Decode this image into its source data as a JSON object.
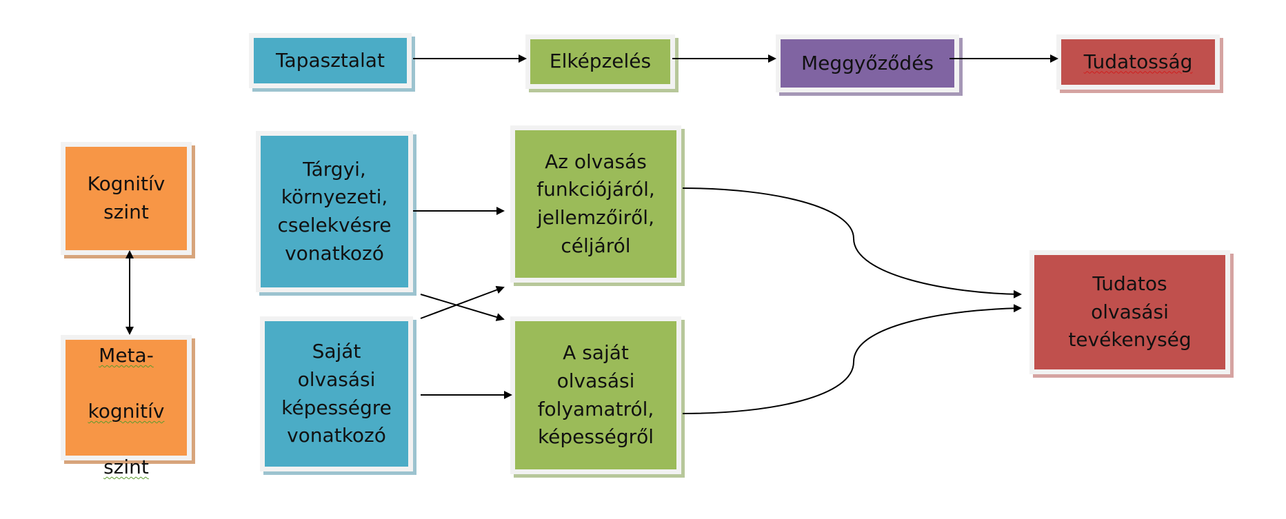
{
  "top_row": {
    "tapasztalat": "Tapasztalat",
    "elkepzeles": "Elképzelés",
    "meggyozodes": "Meggyőződés",
    "tudatossag": "Tudatosság"
  },
  "levels": {
    "kognitiv": "Kognitív\nszint",
    "meta_line1": "Meta-",
    "meta_line2": "kognitív",
    "meta_line3": "szint"
  },
  "sources": {
    "targyi": "Tárgyi,\nkörnyezeti,\ncselekvésre\nvonatkozó",
    "sajat": "Saját\nolvasási\nképességre\nvonatkozó"
  },
  "knowledge": {
    "funkcio": "Az olvasás\nfunkciójáról,\njellemzőiről,\ncéljáról",
    "folyamat": "A saját\nolvasási\nfolyamatról,\nképességről"
  },
  "result": {
    "tudatos": "Tudatos\nolvasási\ntevékenység"
  },
  "colors": {
    "blue": "#4BACC6",
    "green": "#9BBB59",
    "purple": "#8064A2",
    "red": "#C0504D",
    "orange": "#F79646"
  }
}
